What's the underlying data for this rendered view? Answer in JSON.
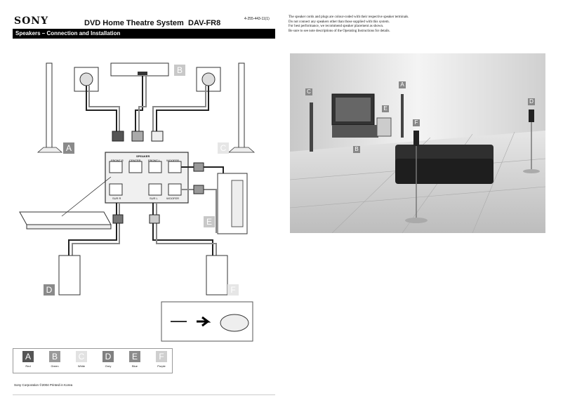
{
  "header": {
    "brand": "SONY",
    "product": "DVD Home Theatre System",
    "model": "DAV-FR8",
    "doc_number": "4-255-443-11(1)",
    "section_title": "Speakers – Connection and Installation"
  },
  "notes": [
    "The speaker cords and plugs are colour-coded with their respective speaker terminals.",
    "Do not connect any speakers other than those supplied with this system.",
    "For best performance, we recommend speaker placement as shown.",
    "Be sure to see note descriptions of the Operating Instructions for details."
  ],
  "diagram": {
    "speaker_labels": [
      "A",
      "B",
      "C",
      "D",
      "E",
      "F"
    ],
    "panel_title": "SPEAKER",
    "terminals": [
      "FRONT R",
      "CENTER",
      "FRONT L",
      "WOOFER",
      "SUR R",
      "SUR L",
      "WOOFER"
    ]
  },
  "legend": [
    {
      "letter": "A",
      "color_name": "Red",
      "swatch": "#555555"
    },
    {
      "letter": "B",
      "color_name": "Green",
      "swatch": "#9a9a9a"
    },
    {
      "letter": "C",
      "color_name": "White",
      "swatch": "#e2e2e2"
    },
    {
      "letter": "D",
      "color_name": "Grey",
      "swatch": "#808080"
    },
    {
      "letter": "E",
      "color_name": "Blue",
      "swatch": "#8c8c8c"
    },
    {
      "letter": "F",
      "color_name": "Purple",
      "swatch": "#cfcfcf"
    }
  ],
  "footer": "Sony Corporation ©2004   Printed in Korea"
}
